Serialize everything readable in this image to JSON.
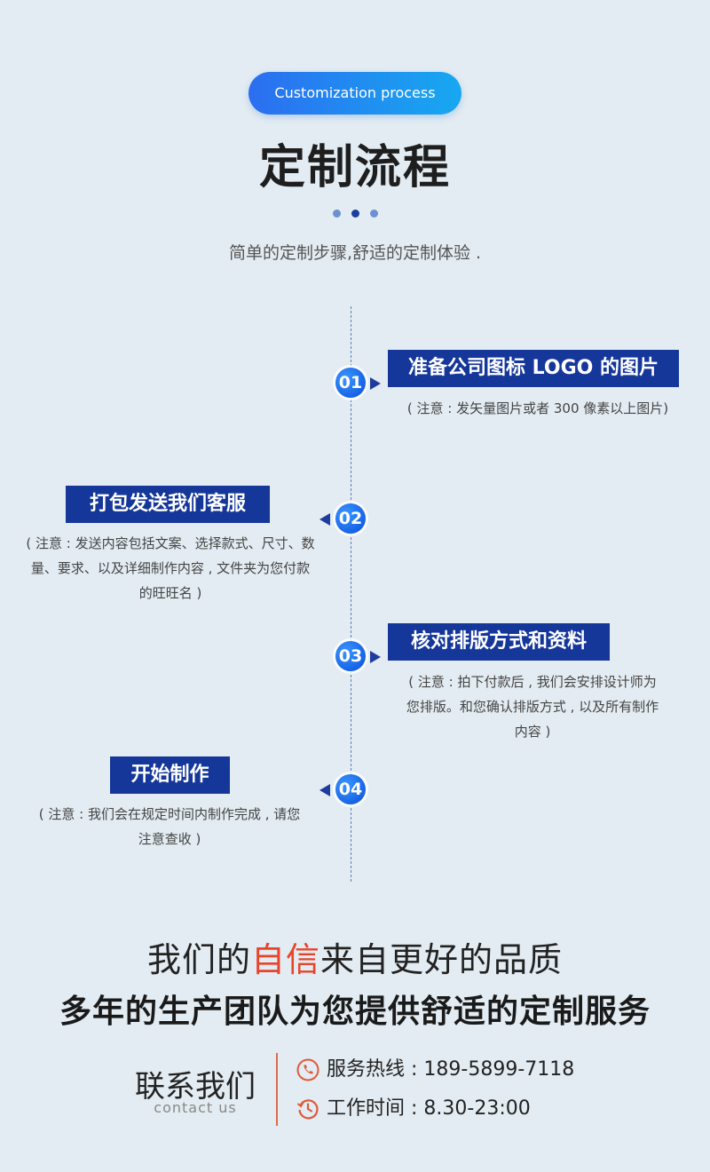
{
  "header": {
    "pill_label": "Customization process",
    "title": "定制流程",
    "subtitle": "简单的定制步骤,舒适的定制体验 ."
  },
  "steps": [
    {
      "number": "01",
      "title": "准备公司图标 LOGO 的图片",
      "note": [
        "( 注意 : 发矢量图片或者 300 像素以上图片)"
      ]
    },
    {
      "number": "02",
      "title": "打包发送我们客服",
      "note": [
        "( 注意 : 发送内容包括文案、选择款式、尺寸、数",
        "量、要求、以及详细制作内容 , 文件夹为您付款",
        "的旺旺名 )"
      ]
    },
    {
      "number": "03",
      "title": "核对排版方式和资料",
      "note": [
        "( 注意 : 拍下付款后 , 我们会安排设计师为",
        "您排版。和您确认排版方式 , 以及所有制作",
        "内容 )"
      ]
    },
    {
      "number": "04",
      "title": "开始制作",
      "note": [
        "( 注意 : 我们会在规定时间内制作完成 , 请您",
        "注意查收 )"
      ]
    }
  ],
  "slogan": {
    "line1_pre": "我们的",
    "line1_highlight": "自信",
    "line1_post": "来自更好的品质",
    "line2": "多年的生产团队为您提供舒适的定制服务"
  },
  "contact": {
    "title_cn": "联系我们",
    "title_en": "contact us",
    "hotline": "服务热线 : 189-5899-7118",
    "hours": "工作时间 : 8.30-23:00"
  },
  "colors": {
    "accent_blue": "#15379a",
    "highlight_red": "#e8442a",
    "icon_orange": "#e05a3a"
  }
}
